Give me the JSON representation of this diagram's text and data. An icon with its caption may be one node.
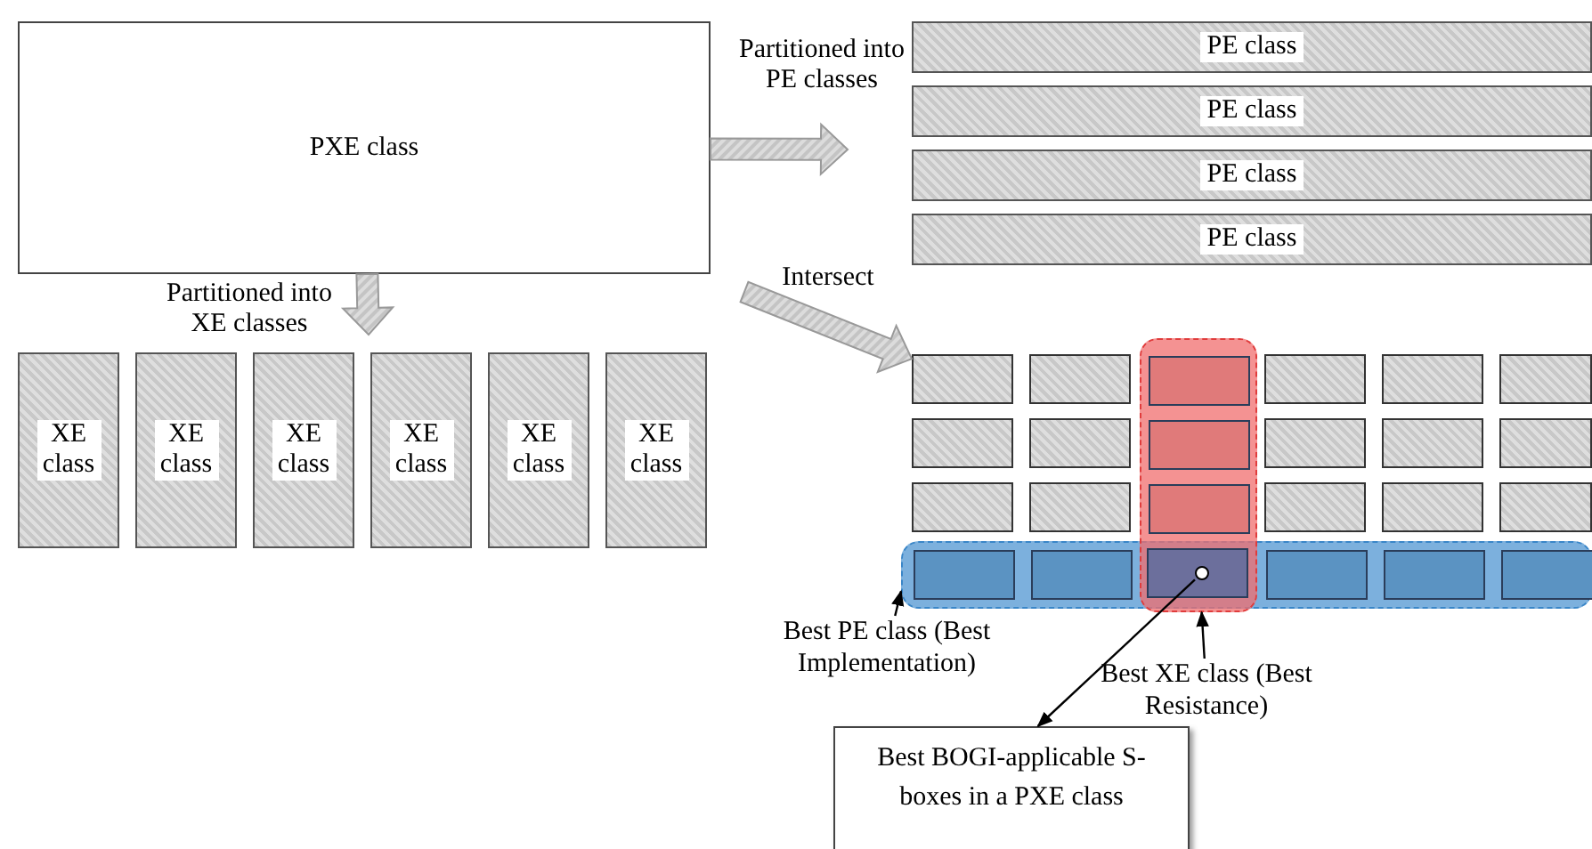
{
  "diagram": {
    "nodes": [
      {
        "text": [
          "PXE class"
        ]
      },
      {
        "text": [
          "PE class"
        ]
      },
      {
        "text": [
          "PE class"
        ]
      },
      {
        "text": [
          "PE class"
        ]
      },
      {
        "text": [
          "PE class"
        ]
      },
      {
        "text": [
          "XE class"
        ]
      },
      {
        "text": [
          "XE class"
        ]
      },
      {
        "text": [
          "XE class"
        ]
      },
      {
        "text": [
          "XE class"
        ]
      },
      {
        "text": [
          "XE class"
        ]
      },
      {
        "text": [
          "XE class"
        ]
      },
      {
        "text": [],
        "shape": "box"
      },
      {
        "text": [],
        "shape": "box"
      },
      {
        "text": [
          "Best PE class (Best Implementation)"
        ]
      },
      {
        "text": [
          "Best XE class (Best Resistance)"
        ]
      },
      {
        "text": [
          "Best BOGI-applicable S-boxes in a PXE class"
        ]
      },
      {
        "text": [],
        "shape": "circle",
        "in": 37
      },
      {
        "text": [],
        "shape": "box"
      },
      {
        "text": [],
        "shape": "box"
      },
      {
        "text": [],
        "shape": "box",
        "in": 11
      },
      {
        "text": [],
        "shape": "box"
      },
      {
        "text": [],
        "shape": "box"
      },
      {
        "text": [],
        "shape": "box"
      },
      {
        "text": [],
        "shape": "box"
      },
      {
        "text": [],
        "shape": "box"
      },
      {
        "text": [],
        "shape": "box",
        "in": 11
      },
      {
        "text": [],
        "shape": "box"
      },
      {
        "text": [],
        "shape": "box"
      },
      {
        "text": [],
        "shape": "box"
      },
      {
        "text": [],
        "shape": "box"
      },
      {
        "text": [],
        "shape": "box"
      },
      {
        "text": [],
        "shape": "box",
        "in": 11
      },
      {
        "text": [],
        "shape": "box"
      },
      {
        "text": [],
        "shape": "box"
      },
      {
        "text": [],
        "shape": "box"
      },
      {
        "text": [],
        "shape": "box",
        "in": 12
      },
      {
        "text": [],
        "shape": "box",
        "in": 12
      },
      {
        "text": [],
        "shape": "box"
      },
      {
        "text": [],
        "shape": "box",
        "in": 12
      },
      {
        "text": [],
        "shape": "box",
        "in": 12
      },
      {
        "text": [],
        "shape": "box",
        "in": 12
      }
    ],
    "edges": [
      {
        "from": 0,
        "to": null,
        "arrow": "to",
        "label": "Partitioned into PE classes",
        "style": "thick"
      },
      {
        "from": 0,
        "to": null,
        "arrow": "to",
        "label": "Partitioned into XE classes",
        "style": "thick"
      },
      {
        "from": null,
        "to": 17,
        "arrow": "to",
        "label": "Intersect",
        "style": "thick"
      },
      {
        "from": 13,
        "to": 12,
        "arrow": "to"
      },
      {
        "from": 14,
        "to": 11,
        "arrow": "to"
      },
      {
        "from": 16,
        "to": 15,
        "arrow": "to"
      }
    ]
  }
}
